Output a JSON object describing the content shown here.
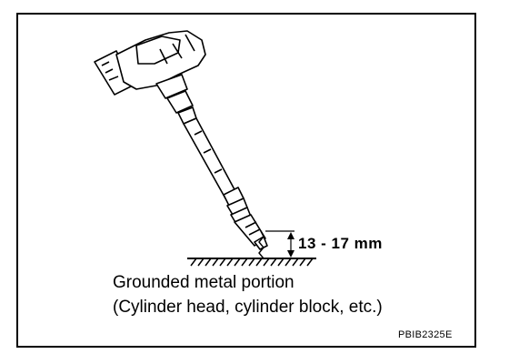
{
  "diagram": {
    "dimension_label": "13 - 17 mm",
    "caption_line1": "Grounded metal portion",
    "caption_line2": "(Cylinder head, cylinder block, etc.)",
    "figure_code": "PBIB2325E"
  }
}
